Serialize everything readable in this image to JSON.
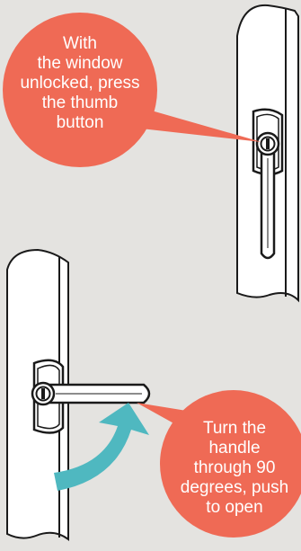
{
  "callouts": {
    "step1": {
      "lines": [
        "With",
        "the window",
        "unlocked, press",
        "the thumb",
        "button"
      ]
    },
    "step2": {
      "lines": [
        "Turn the",
        "handle",
        "through 90",
        "degrees, push",
        "to open"
      ]
    }
  },
  "colors": {
    "background": "#e4e3e0",
    "callout": "#ef6a55",
    "arrow": "#4fb8c0",
    "frame_fill": "#ffffff",
    "outline": "#1a1a1a"
  },
  "icons": {
    "arrow": "curved-arrow-icon",
    "handle": "window-handle-icon"
  }
}
